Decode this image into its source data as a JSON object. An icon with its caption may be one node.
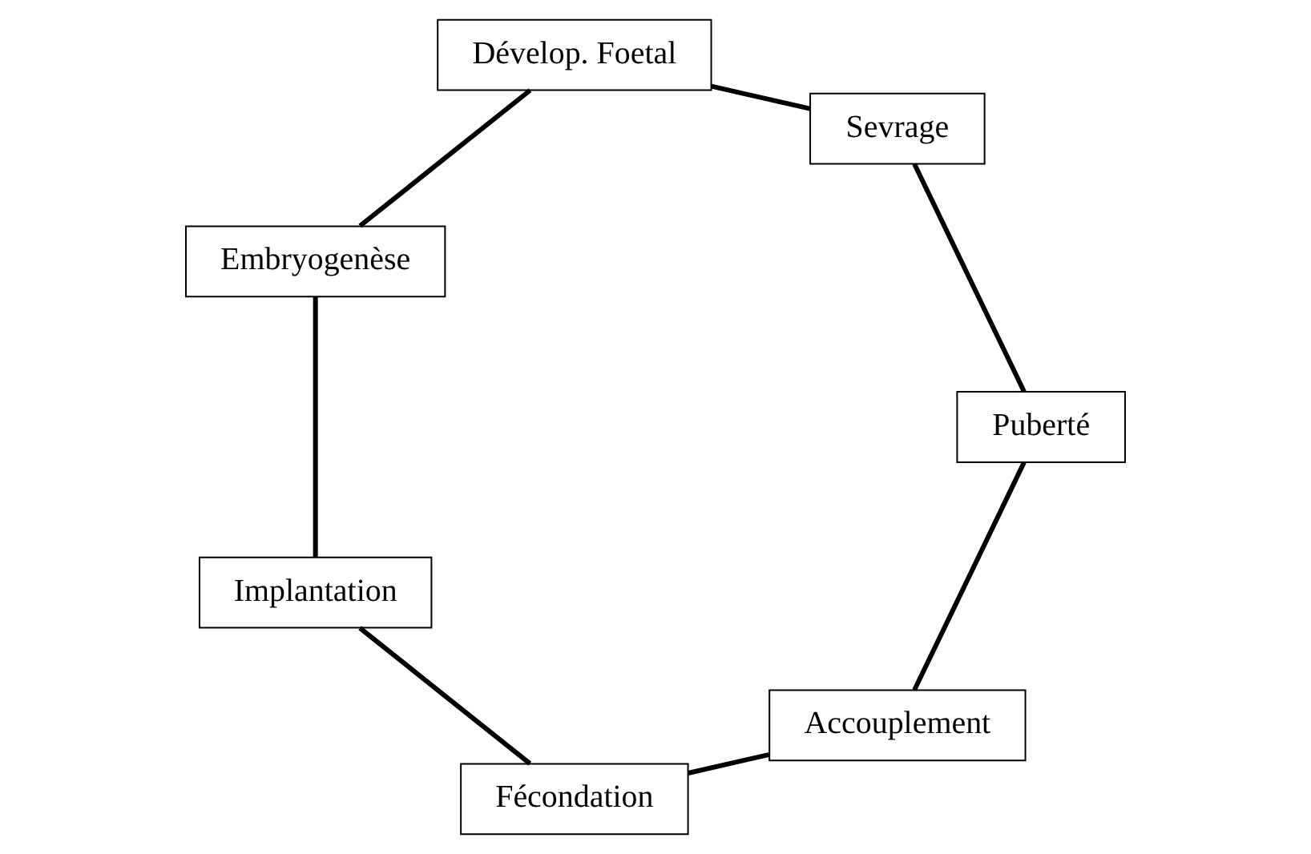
{
  "diagram": {
    "nodes": [
      {
        "text": [
          "Accouplement"
        ]
      },
      {
        "text": [
          "Fécondation"
        ]
      },
      {
        "text": [
          "Implantation"
        ]
      },
      {
        "text": [
          "Embryogenèse"
        ]
      },
      {
        "text": [
          "Dévelop. Foetal"
        ]
      },
      {
        "text": [
          "Sevrage"
        ]
      },
      {
        "text": [
          "Puberté"
        ]
      }
    ],
    "edges": [
      {
        "from": 0,
        "to": 1,
        "arrow": "none"
      },
      {
        "from": 1,
        "to": 2,
        "arrow": "none"
      },
      {
        "from": 2,
        "to": 3,
        "arrow": "none"
      },
      {
        "from": 3,
        "to": 4,
        "arrow": "none"
      },
      {
        "from": 4,
        "to": 5,
        "arrow": "none"
      },
      {
        "from": 5,
        "to": 6,
        "arrow": "none"
      },
      {
        "from": 6,
        "to": 0,
        "arrow": "none"
      }
    ]
  }
}
